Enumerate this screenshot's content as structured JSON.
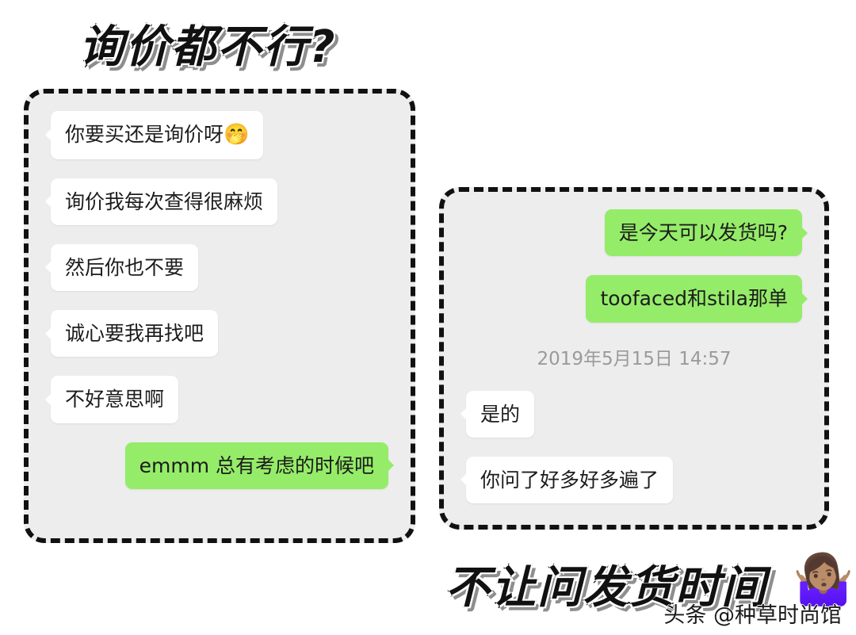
{
  "captions": {
    "top": "询价都不行?",
    "bottom": "不让问发货时间",
    "bottom_emoji": "🤷🏽‍♀️"
  },
  "colors": {
    "page_background": "#ffffff",
    "panel_background": "#ededed",
    "panel_border": "#111111",
    "incoming_bubble": "#ffffff",
    "outgoing_bubble": "#95ec69",
    "text": "#1c1c1c",
    "timestamp": "#9a9a9a",
    "caption_fill": "#111111",
    "caption_shadow": "#8e8e8e"
  },
  "left_panel": {
    "messages": [
      {
        "side": "incoming",
        "text": "你要买还是询价呀",
        "emoji": "🤭"
      },
      {
        "side": "incoming",
        "text": "询价我每次查得很麻烦",
        "emoji": ""
      },
      {
        "side": "incoming",
        "text": "然后你也不要",
        "emoji": ""
      },
      {
        "side": "incoming",
        "text": "诚心要我再找吧",
        "emoji": ""
      },
      {
        "side": "incoming",
        "text": "不好意思啊",
        "emoji": ""
      },
      {
        "side": "outgoing",
        "text": "emmm 总有考虑的时候吧",
        "emoji": ""
      }
    ]
  },
  "right_panel": {
    "messages": [
      {
        "side": "outgoing",
        "text": "是今天可以发货吗?",
        "emoji": ""
      },
      {
        "side": "outgoing",
        "text": "toofaced和stila那单",
        "emoji": ""
      }
    ],
    "timestamp": "2019年5月15日 14:57",
    "messages_after": [
      {
        "side": "incoming",
        "text": "是的",
        "emoji": ""
      },
      {
        "side": "incoming",
        "text": "你问了好多好多遍了",
        "emoji": ""
      }
    ]
  },
  "watermark": {
    "text": "头条 @种草时尚馆"
  }
}
